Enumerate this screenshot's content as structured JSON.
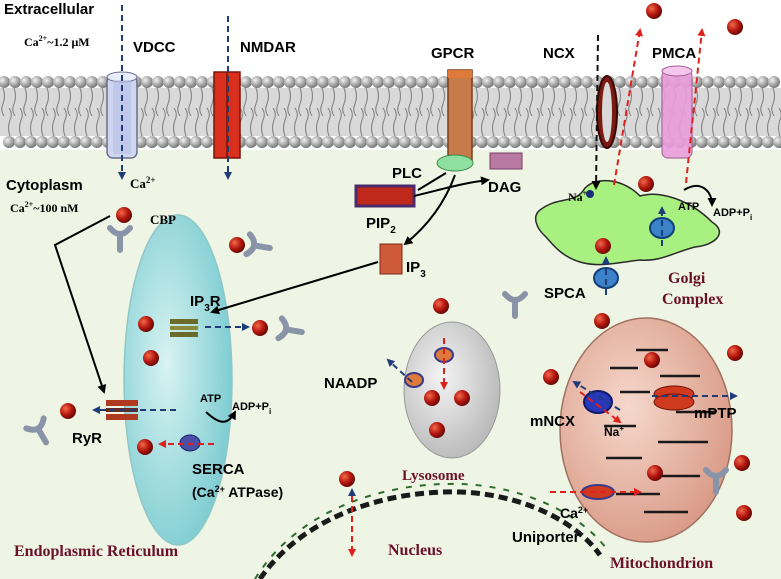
{
  "labels": {
    "extracellular": "Extracellular",
    "ca_ext_main": "Ca",
    "ca_ext_sup": "2+",
    "ca_ext_rest": "~1.2 μM",
    "vdcc": "VDCC",
    "nmdar": "NMDAR",
    "gpcr": "GPCR",
    "ncx": "NCX",
    "pmca": "PMCA",
    "cytoplasm": "Cytoplasm",
    "ca_cyto_main": "Ca",
    "ca_cyto_sup": "2+",
    "ca_cyto_rest": "~100 nM",
    "ca_ion_main": "Ca",
    "ca_ion_sup": "2+",
    "cbp": "CBP",
    "plc": "PLC",
    "dag": "DAG",
    "pip2_main": "PIP",
    "pip2_sub": "2",
    "ip3_main": "IP",
    "ip3_sub": "3",
    "ip3r_main": "IP",
    "ip3r_sub": "3",
    "ip3r_rest": "R",
    "na_plus_main": "Na",
    "na_plus_sup": "+",
    "atp_pmca": "ATP",
    "adp_pmca_main": "ADP+P",
    "adp_pmca_sub": "i",
    "golgi_line1": "Golgi",
    "golgi_line2": "Complex",
    "spca": "SPCA",
    "naadp": "NAADP",
    "lysosome": "Lysosome",
    "ryr": "RyR",
    "atp_serca": "ATP",
    "adp_serca_main": "ADP+P",
    "adp_serca_sub": "i",
    "serca": "SERCA",
    "serca_sub_open": "(Ca",
    "serca_sub_sup": "2+",
    "serca_sub_rest": " ATPase)",
    "er": "Endoplasmic Reticulum",
    "nucleus": "Nucleus",
    "uniporter": "Uniporter",
    "mitochondrion": "Mitochondrion",
    "mncx": "mNCX",
    "mito_na_main": "Na",
    "mito_na_sup": "+",
    "mptp": "mPTP",
    "mito_ca_main": "Ca",
    "mito_ca_sup": "2+"
  },
  "colors": {
    "cytoplasm_bg": "#eef5e4",
    "er_fill": "#a9dfe0",
    "golgi_fill": "#a8f07f",
    "lysosome_fill": "#dcdcdc",
    "mito_fill": "#e8b8a8",
    "ca_ion": "#b5160f",
    "maroon_text": "#6b1029",
    "arrow_blue": "#1f3c7a",
    "arrow_red": "#e0201b"
  }
}
